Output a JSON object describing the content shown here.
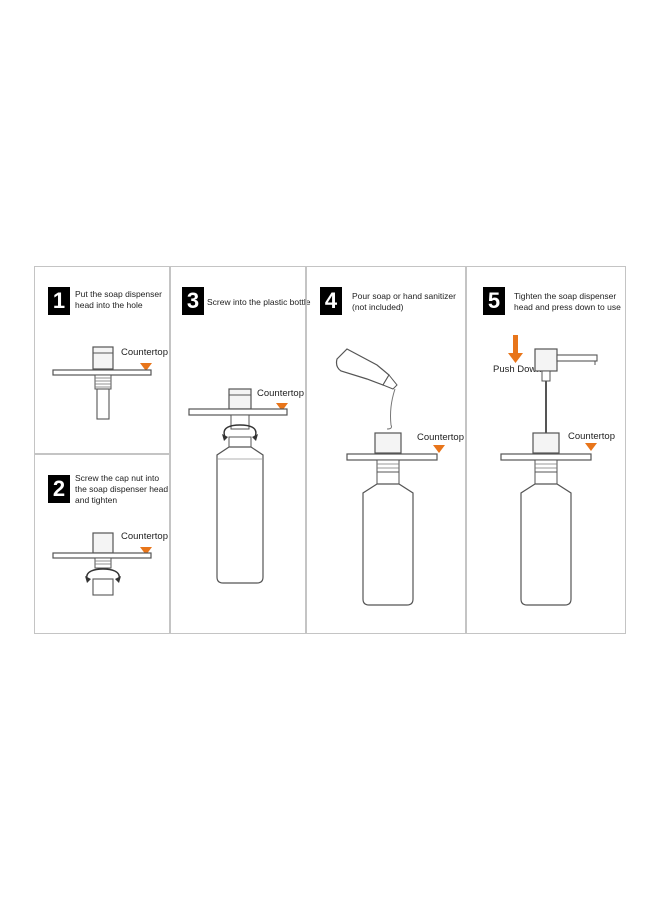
{
  "steps": [
    {
      "number": "1",
      "text": "Put the soap dispenser head into the hole"
    },
    {
      "number": "2",
      "text": "Screw the cap nut into the soap dispenser head and tighten"
    },
    {
      "number": "3",
      "text": "Screw into the plastic bottle"
    },
    {
      "number": "4",
      "text": "Pour soap or hand sanitizer (not included)"
    },
    {
      "number": "5",
      "text": "Tighten the soap dispenser head and press down to use"
    }
  ],
  "labels": {
    "countertop": "Countertop",
    "push_down": "Push Down"
  },
  "colors": {
    "accent": "#e8751a",
    "line": "#555555",
    "border": "#c4c4c4"
  }
}
